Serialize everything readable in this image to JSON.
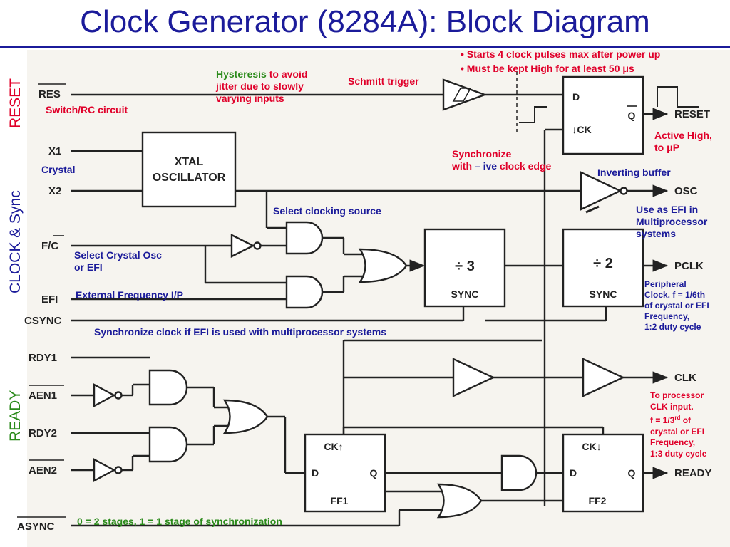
{
  "title": "Clock Generator (8284A): Block Diagram",
  "side_labels": {
    "reset": "RESET",
    "clock_sync": "CLOCK & Sync",
    "ready": "READY"
  },
  "colors": {
    "title": "#1b1b9a",
    "red": "#e0002a",
    "blue": "#1b1b9a",
    "green": "#2a8a1a",
    "ink": "#222222"
  },
  "pins": {
    "res": "RES",
    "x1": "X1",
    "x2": "X2",
    "fc": "F/C",
    "efi": "EFI",
    "csync": "CSYNC",
    "rdy1": "RDY1",
    "aen1": "AEN1",
    "rdy2": "RDY2",
    "aen2": "AEN2",
    "async": "ASYNC"
  },
  "outputs": {
    "reset": "RESET",
    "osc": "OSC",
    "pclk": "PCLK",
    "clk": "CLK",
    "ready": "READY"
  },
  "blocks": {
    "xtal_line1": "XTAL",
    "xtal_line2": "OSCILLATOR",
    "div3": "÷ 3",
    "div2": "÷ 2",
    "sync": "SYNC",
    "ff_d": "D",
    "ff_q": "Q",
    "ff_qbar": "Q",
    "ff_ck": "↓CK",
    "ff1": "FF1",
    "ff2": "FF2",
    "ck_up": "CK↑",
    "ck_down": "CK↓"
  },
  "annotations": {
    "power_up_1": "• Starts 4 clock pulses max after power up",
    "power_up_2_pre": "• Must be kept High for at least 50 ",
    "power_up_2_mu": "μ",
    "power_up_2_post": "s",
    "hysteresis_1a": "Hysteresis",
    "hysteresis_1b": " to avoid",
    "hysteresis_2": "jitter due to slowly",
    "hysteresis_3": "varying inputs",
    "schmitt": "Schmitt trigger",
    "switch_rc": "Switch/RC circuit",
    "active_high_1": "Active High,",
    "active_high_2_pre": "to ",
    "active_high_2_mu": "μ",
    "active_high_2_post": "P",
    "synchronize_1": "Synchronize",
    "synchronize_2a": "with ",
    "synchronize_2b": "– ive",
    "synchronize_2c": " clock edge",
    "crystal": "Crystal",
    "inverting_buffer": "Inverting buffer",
    "select_source": "Select clocking source",
    "use_efi_1": "Use as EFI in",
    "use_efi_2": "Multiprocessor",
    "use_efi_3": "systems",
    "select_crystal_1": "Select Crystal Osc",
    "select_crystal_2": "or EFI",
    "external_freq": "External Frequency I/P",
    "peripheral_1": "Peripheral",
    "peripheral_2": "Clock. f = 1/6th",
    "peripheral_3": "of crystal or EFI",
    "peripheral_4": "Frequency,",
    "peripheral_5": "1:2 duty cycle",
    "sync_if_efi": "Synchronize clock if EFI is used with multiprocessor systems",
    "to_proc_1": "To processor",
    "to_proc_2": "CLK input.",
    "to_proc_3_pre": "f = 1/3",
    "to_proc_3_sup": "rd",
    "to_proc_3_post": " of",
    "to_proc_4": "crystal or EFI",
    "to_proc_5": "Frequency,",
    "to_proc_6": "1:3 duty cycle",
    "stages": "0 = 2 stages, 1 = 1 stage of synchronization"
  }
}
